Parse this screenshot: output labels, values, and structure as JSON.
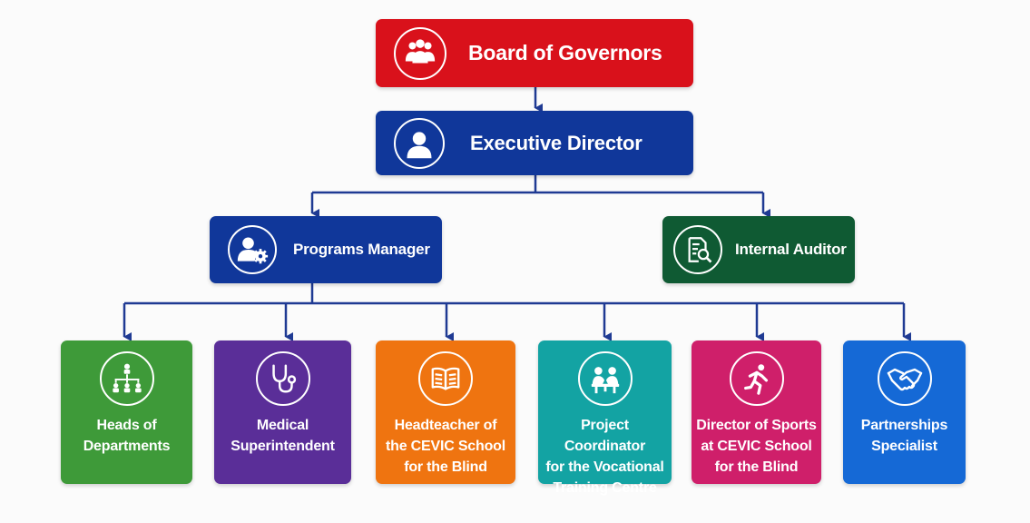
{
  "colors": {
    "connector": "#1f3a93",
    "board": "#d9111b",
    "executive": "#10379a",
    "programs": "#10379a",
    "auditor": "#0f5a33",
    "heads": "#3e9a39",
    "medical": "#5a2e98",
    "headteacher": "#ef7410",
    "project": "#13a3a3",
    "sports": "#cf1f6a",
    "partnerships": "#1569d6"
  },
  "board": {
    "label": "Board of Governors",
    "icon": "group-icon"
  },
  "executive": {
    "label": "Executive Director",
    "icon": "person-icon"
  },
  "programs": {
    "label": "Programs Manager",
    "icon": "person-gear-icon"
  },
  "auditor": {
    "label": "Internal Auditor",
    "icon": "document-search-icon"
  },
  "units": [
    {
      "key": "heads",
      "label": "Heads of\nDepartments",
      "icon": "org-chart-icon"
    },
    {
      "key": "medical",
      "label": "Medical\nSuperintendent",
      "icon": "stethoscope-icon"
    },
    {
      "key": "headteacher",
      "label": "Headteacher of\nthe CEVIC School\nfor the Blind",
      "icon": "book-icon"
    },
    {
      "key": "project",
      "label": "Project Coordinator\nfor the Vocational\nTraining Centre",
      "icon": "meeting-icon"
    },
    {
      "key": "sports",
      "label": "Director of Sports\nat CEVIC School\nfor the Blind",
      "icon": "runner-icon"
    },
    {
      "key": "partnerships",
      "label": "Partnerships\nSpecialist",
      "icon": "handshake-icon"
    }
  ]
}
